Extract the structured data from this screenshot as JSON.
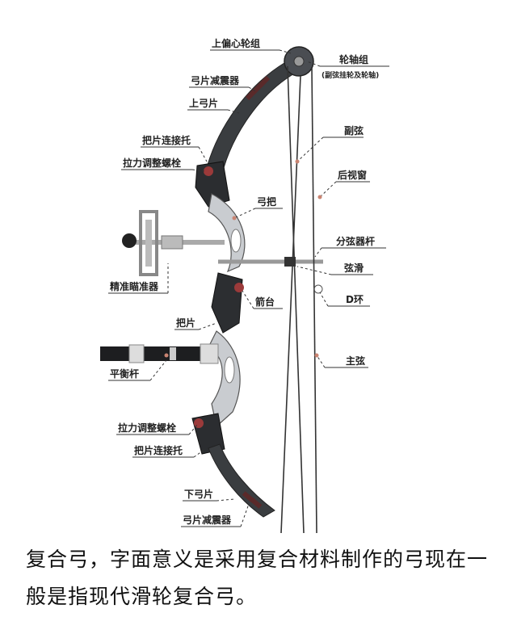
{
  "diagram": {
    "labels": {
      "upper_cam": "上偏心轮组",
      "limb_damper": "弓片减震器",
      "upper_limb": "上弓片",
      "limb_pocket_top": "把片连接托",
      "tiller_bolt_top": "拉力调整螺栓",
      "riser": "弓把",
      "sight": "精准瞄准器",
      "axle_assembly": "轮轴组",
      "axle_note": "(副弦挂轮及轮轴)",
      "buss_cable": "副弦",
      "peep_sight": "后视窗",
      "cable_guard": "分弦器杆",
      "cable_slide": "弦滑",
      "d_loop": "D环",
      "arrow_rest": "箭台",
      "grip": "把片",
      "main_string": "主弦",
      "stabilizer": "平衡杆",
      "tiller_bolt_bottom": "拉力调整螺栓",
      "limb_pocket_bottom": "把片连接托",
      "lower_limb": "下弓片",
      "limb_damper_bottom": "弓片减震器"
    }
  },
  "caption": {
    "text": "复合弓，字面意义是采用复合材料制作的弓现在一般是指现代滑轮复合弓。"
  }
}
